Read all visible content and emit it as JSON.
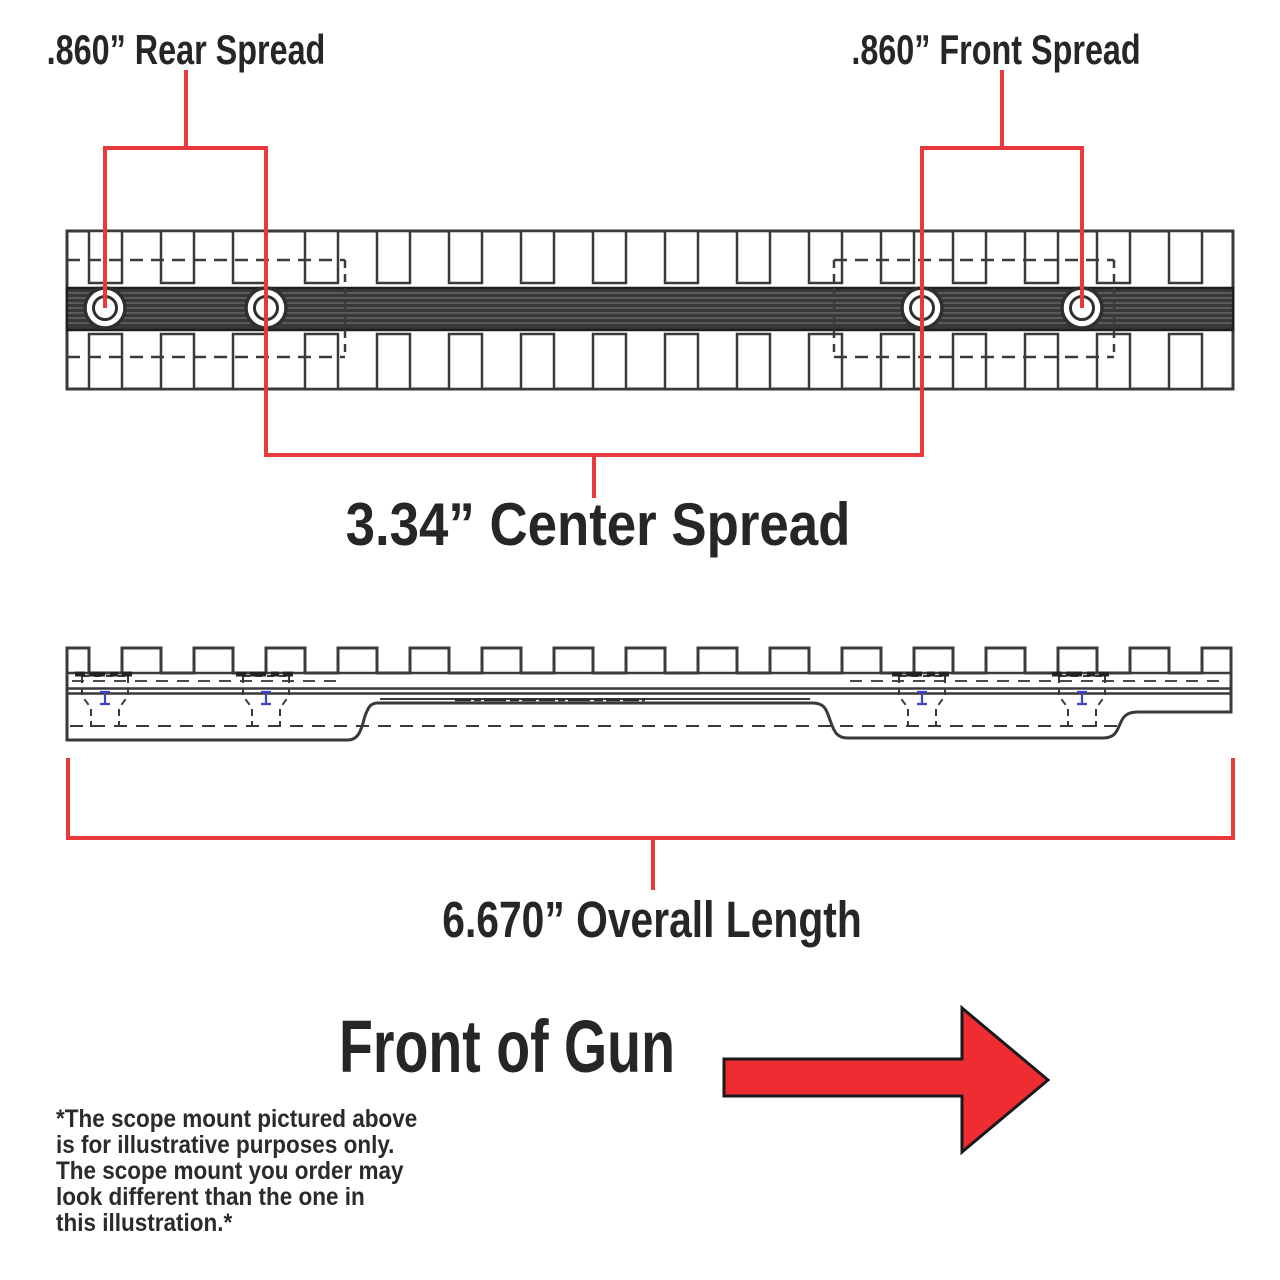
{
  "diagram": {
    "rear_spread_label": ".860” Rear Spread",
    "front_spread_label": ".860” Front Spread",
    "center_spread_label": "3.34” Center Spread",
    "overall_length_label": "6.670” Overall Length",
    "front_of_gun_label": "Front of Gun",
    "disclaimer_text": "*The scope mount pictured above\nis for illustrative purposes only.\nThe scope mount you order may\nlook different than the one in\nthis illustration.*"
  },
  "colors": {
    "dimension_red": "#e8393d",
    "arrow_red": "#ee2c31",
    "line_dark": "#3a3a3a",
    "text_dark": "#262626",
    "hole_marker_blue": "#3d44c3"
  }
}
